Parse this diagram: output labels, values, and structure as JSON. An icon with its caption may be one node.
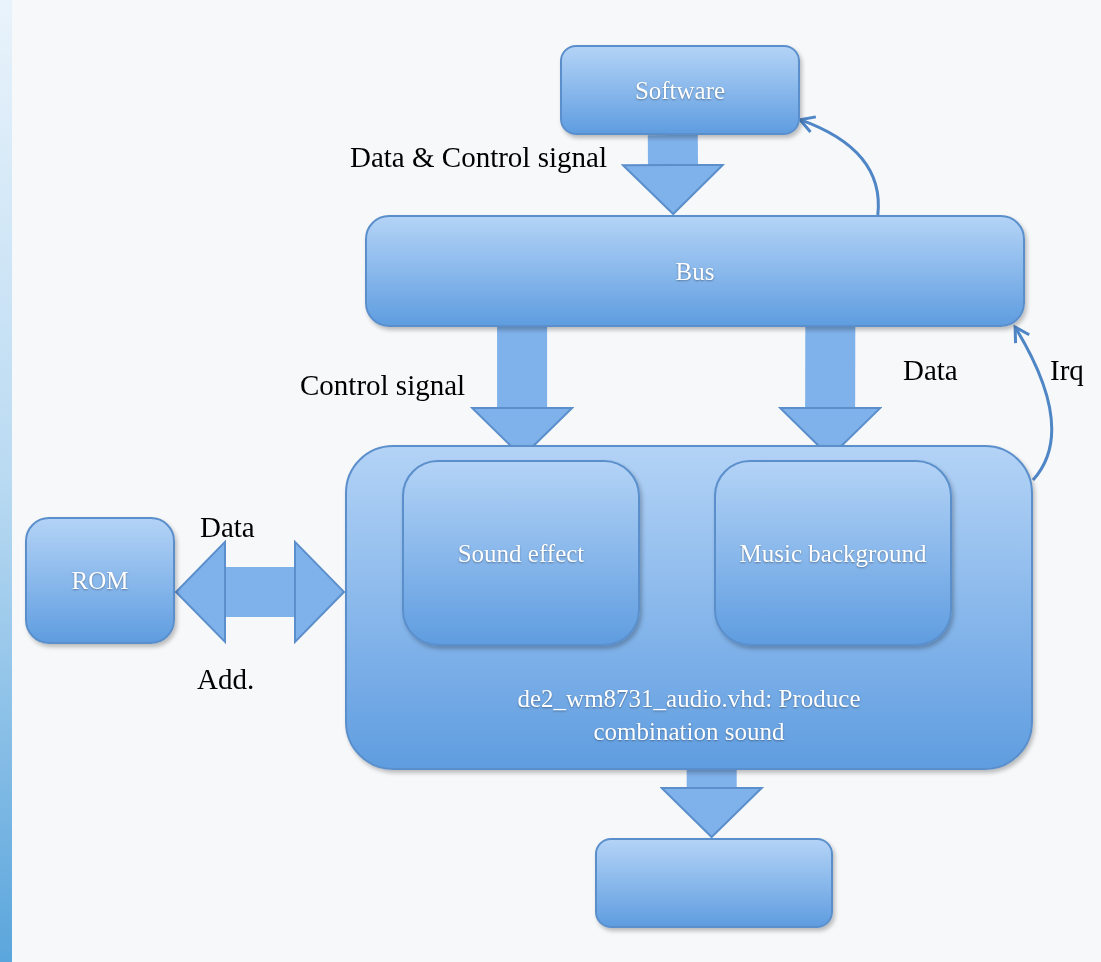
{
  "diagram": {
    "nodes": [
      {
        "text": [
          "Software"
        ]
      },
      {
        "text": [
          "Bus"
        ]
      },
      {
        "text": [
          "de2_wm8731_audio.vhd: Produce combination sound"
        ]
      },
      {
        "text": [
          "Sound effect"
        ],
        "in": 2
      },
      {
        "text": [
          "Music background"
        ],
        "in": 2
      },
      {
        "text": [
          "ROM"
        ]
      },
      {
        "text": [],
        "shape": "box"
      }
    ],
    "edges": [
      {
        "from": 0,
        "to": 1,
        "arrow": "to",
        "label": "Data & Control signal"
      },
      {
        "from": 1,
        "to": 0,
        "arrow": "to",
        "color": "#4f86c6"
      },
      {
        "from": 1,
        "to": 3,
        "arrow": "to",
        "label": "Control signal"
      },
      {
        "from": 1,
        "to": 4,
        "arrow": "to",
        "label": "Data"
      },
      {
        "from": 2,
        "to": 1,
        "arrow": "to",
        "label": "Irq",
        "color": "#4f86c6"
      },
      {
        "from": 5,
        "to": 2,
        "arrow": "both",
        "label": "Data"
      },
      {
        "from": 2,
        "to": 6,
        "arrow": "to"
      }
    ],
    "labels": [
      "Add."
    ]
  }
}
